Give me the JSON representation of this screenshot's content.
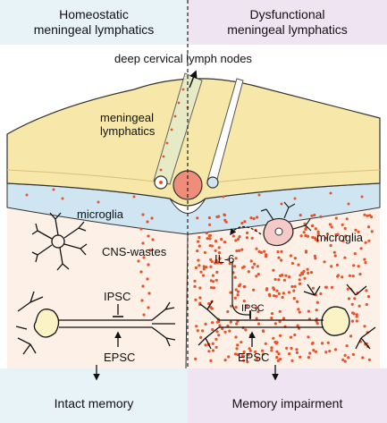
{
  "headers": {
    "left": [
      "Homeostatic",
      "meningeal lymphatics"
    ],
    "right": [
      "Dysfunctional",
      "meningeal lymphatics"
    ]
  },
  "labels": {
    "deep_cervical": "deep cervical lymph nodes",
    "meningeal_lymphatics": [
      "meningeal",
      "lymphatics"
    ],
    "microglia_left": "microglia",
    "microglia_right": "microglia",
    "cns_wastes": "CNS-wastes",
    "il6": "IL-6",
    "ipsc_left": "IPSC",
    "epsc_left": "EPSC",
    "ipsc_right": "IPSC",
    "epsc_right": "EPSC"
  },
  "footers": {
    "left": "Intact memory",
    "right": "Memory impairment"
  },
  "colors": {
    "skull": "#f7e7a8",
    "meninges_blue": "#cfe6f2",
    "tissue": "#fdf0e6",
    "dots": "#e8532b",
    "neuron": "#fbf3c6",
    "microglia_reactive": "#f6c9c9"
  }
}
